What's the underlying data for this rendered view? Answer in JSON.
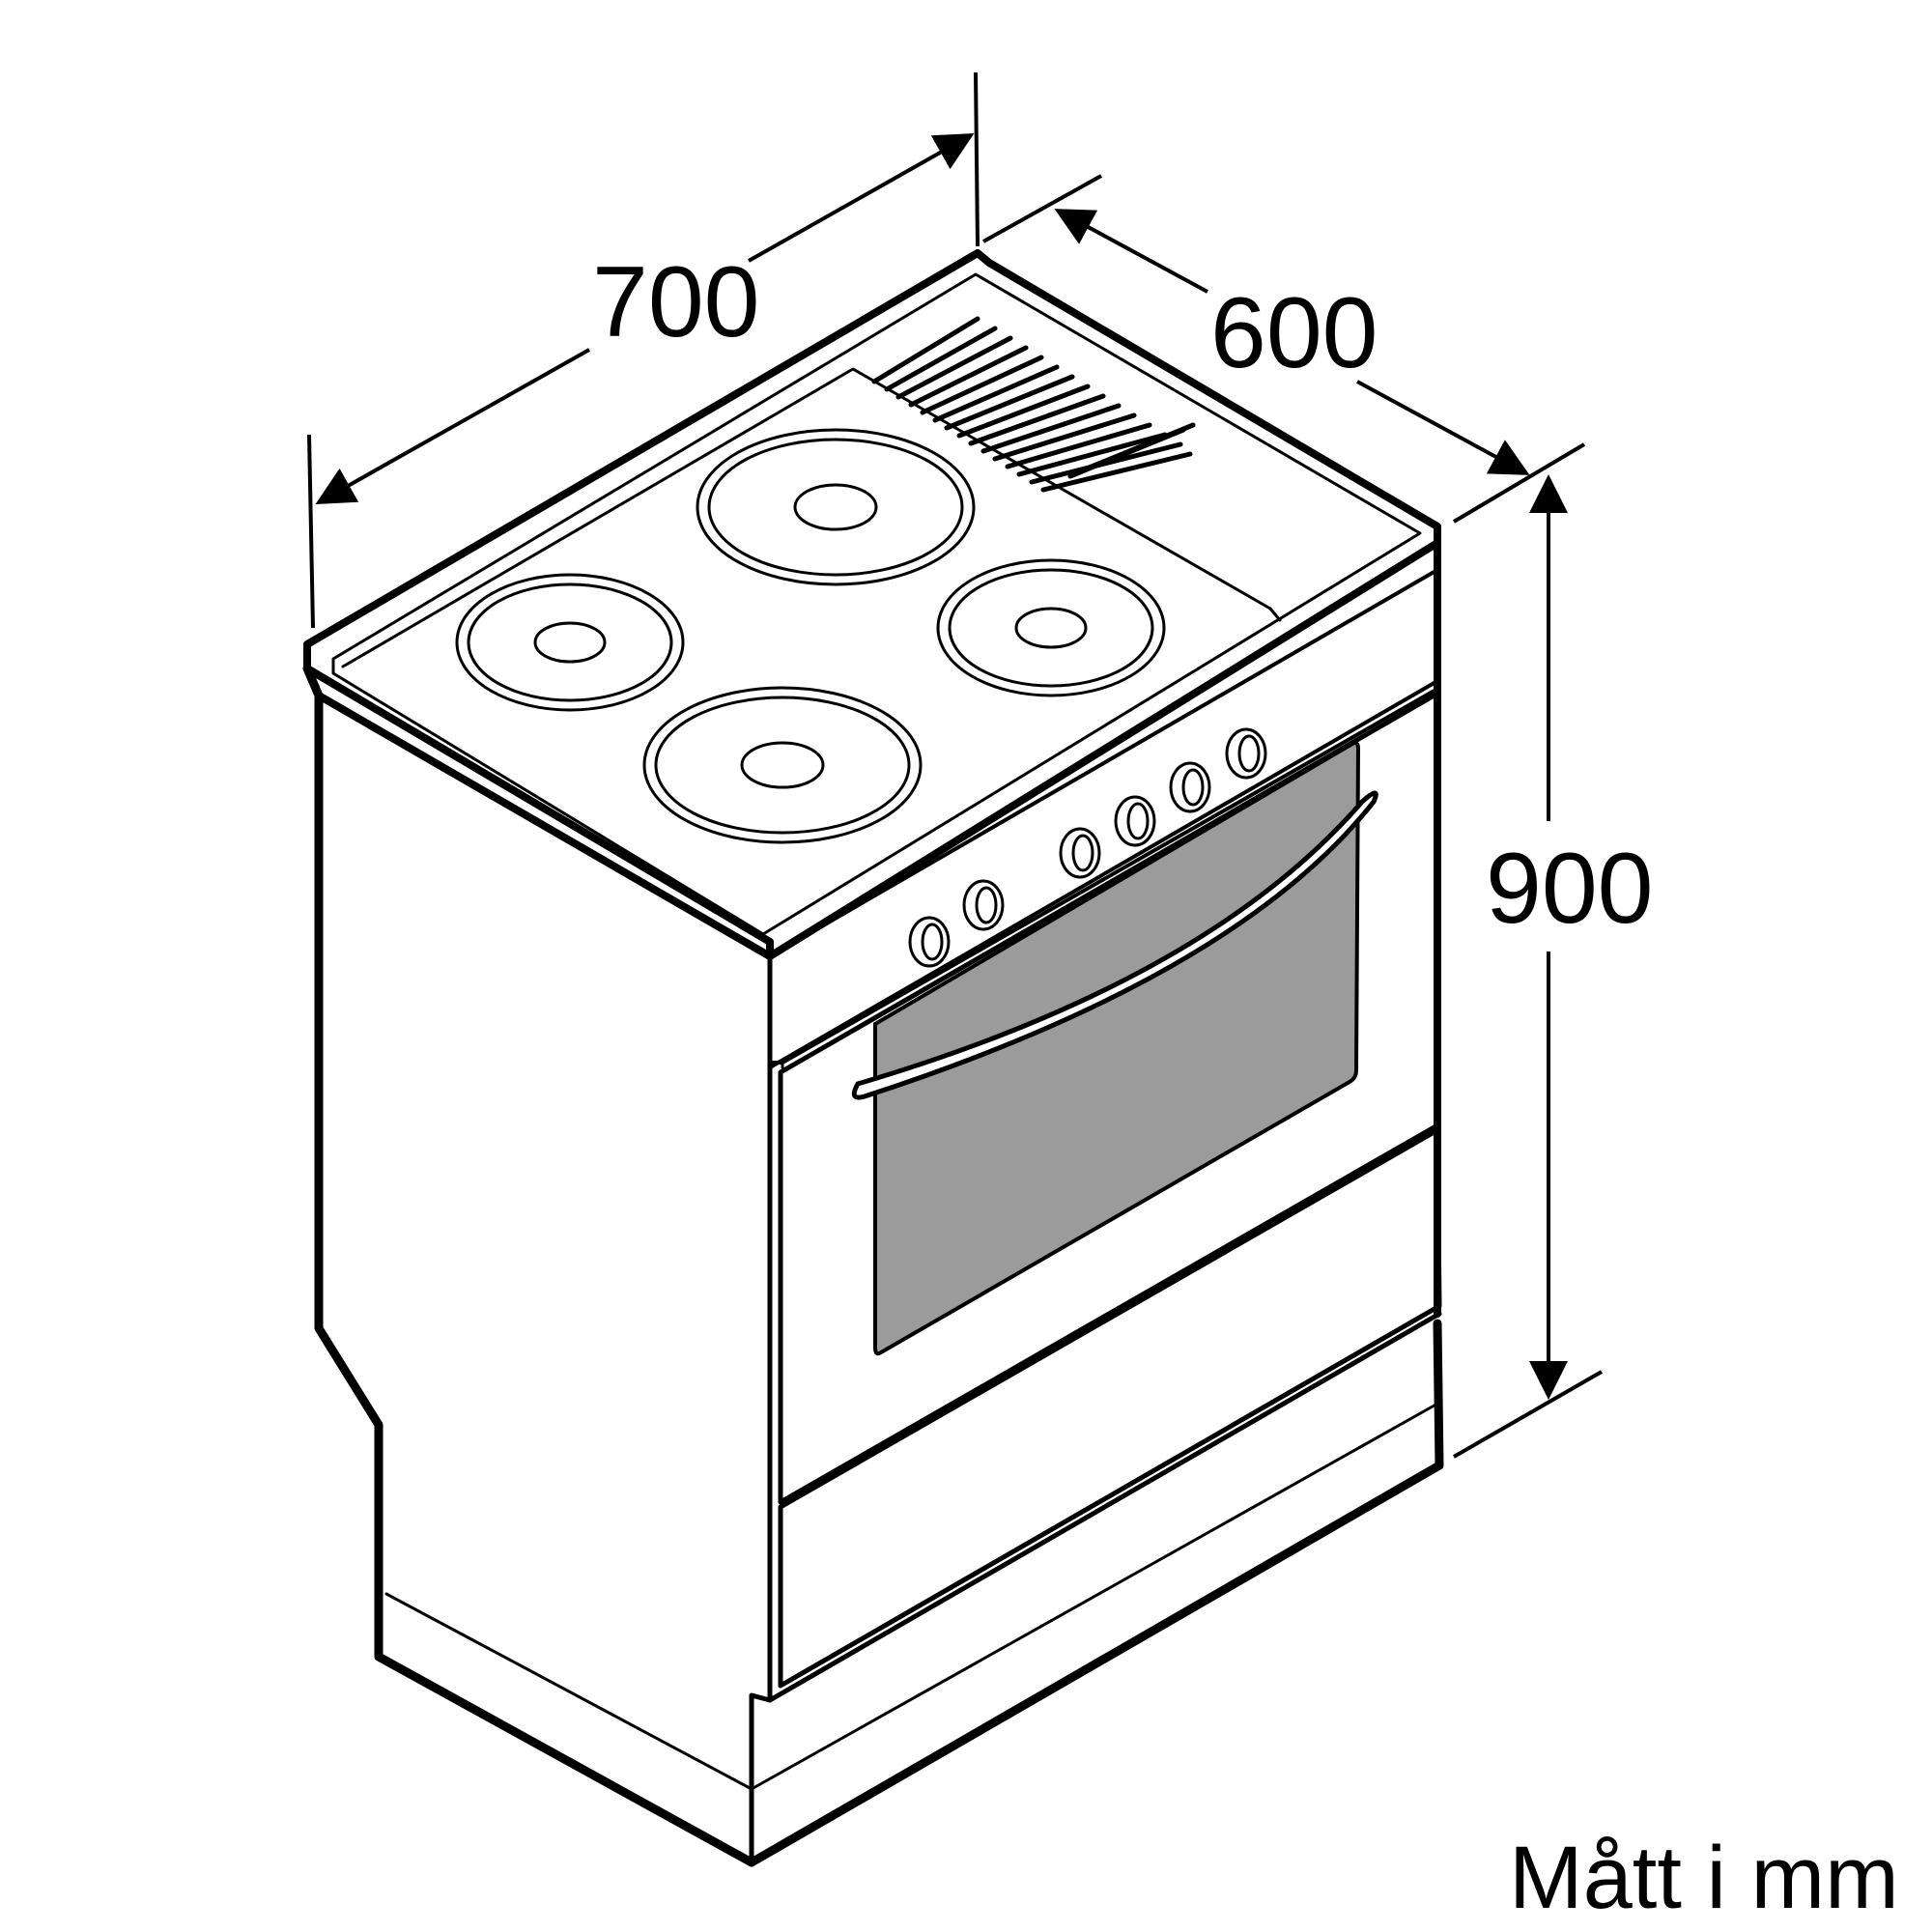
{
  "dimensions": {
    "width": "700",
    "depth": "600",
    "height": "900"
  },
  "units_label": "Mått i mm",
  "colors": {
    "line": "#000000",
    "oven_window": "#9b9b9b",
    "background": "#ffffff"
  },
  "hob": {
    "burners": [
      "rear-left",
      "rear-right",
      "front-left",
      "front-right"
    ]
  },
  "control_panel": {
    "knob_count": 6
  }
}
